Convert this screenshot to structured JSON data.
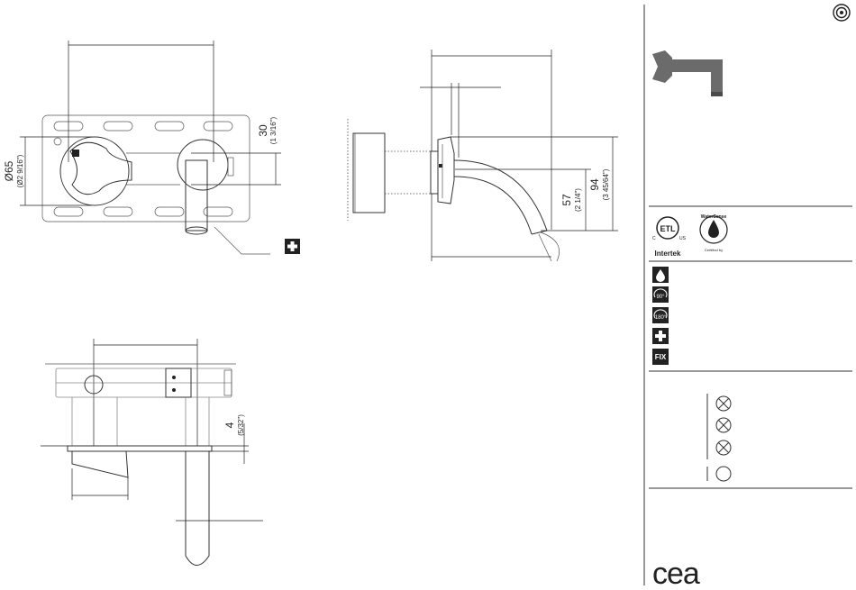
{
  "plan_view": {
    "dim_diameter": "Ø65",
    "dim_diameter_in": "(Ø2 9/16\")",
    "dim_offset": "30",
    "dim_offset_in": "(1 3/16\")",
    "plus_icon": "plus-icon"
  },
  "side_view": {
    "dim_height": "57",
    "dim_height_in": "(2 1/4\")",
    "dim_total": "94",
    "dim_total_in": "(3 45/64\")"
  },
  "front_view": {
    "dim_thickness": "4",
    "dim_thickness_in": "(5/32\")"
  },
  "sidebar": {
    "top_icon": "concentric-circles-icon",
    "certifications": {
      "etl_top": "C",
      "etl_mark": "ETL",
      "etl_right": "US",
      "intertek": "Intertek",
      "watersense": "WaterSense",
      "watersense_sub": "Certified by"
    },
    "feature_icons": [
      {
        "name": "water-drop-icon",
        "label": ""
      },
      {
        "name": "rotation-90-icon",
        "label": "90°"
      },
      {
        "name": "rotation-180-icon",
        "label": "180°"
      },
      {
        "name": "plus-icon",
        "label": ""
      },
      {
        "name": "fix-icon",
        "label": "FIX"
      }
    ],
    "finish_markers": [
      "crossed-circle",
      "crossed-circle",
      "crossed-circle",
      "empty-circle"
    ],
    "brand": "cea"
  },
  "colors": {
    "line": "#333333",
    "product_gray": "#6b6b6b",
    "icon_dark": "#222222"
  }
}
